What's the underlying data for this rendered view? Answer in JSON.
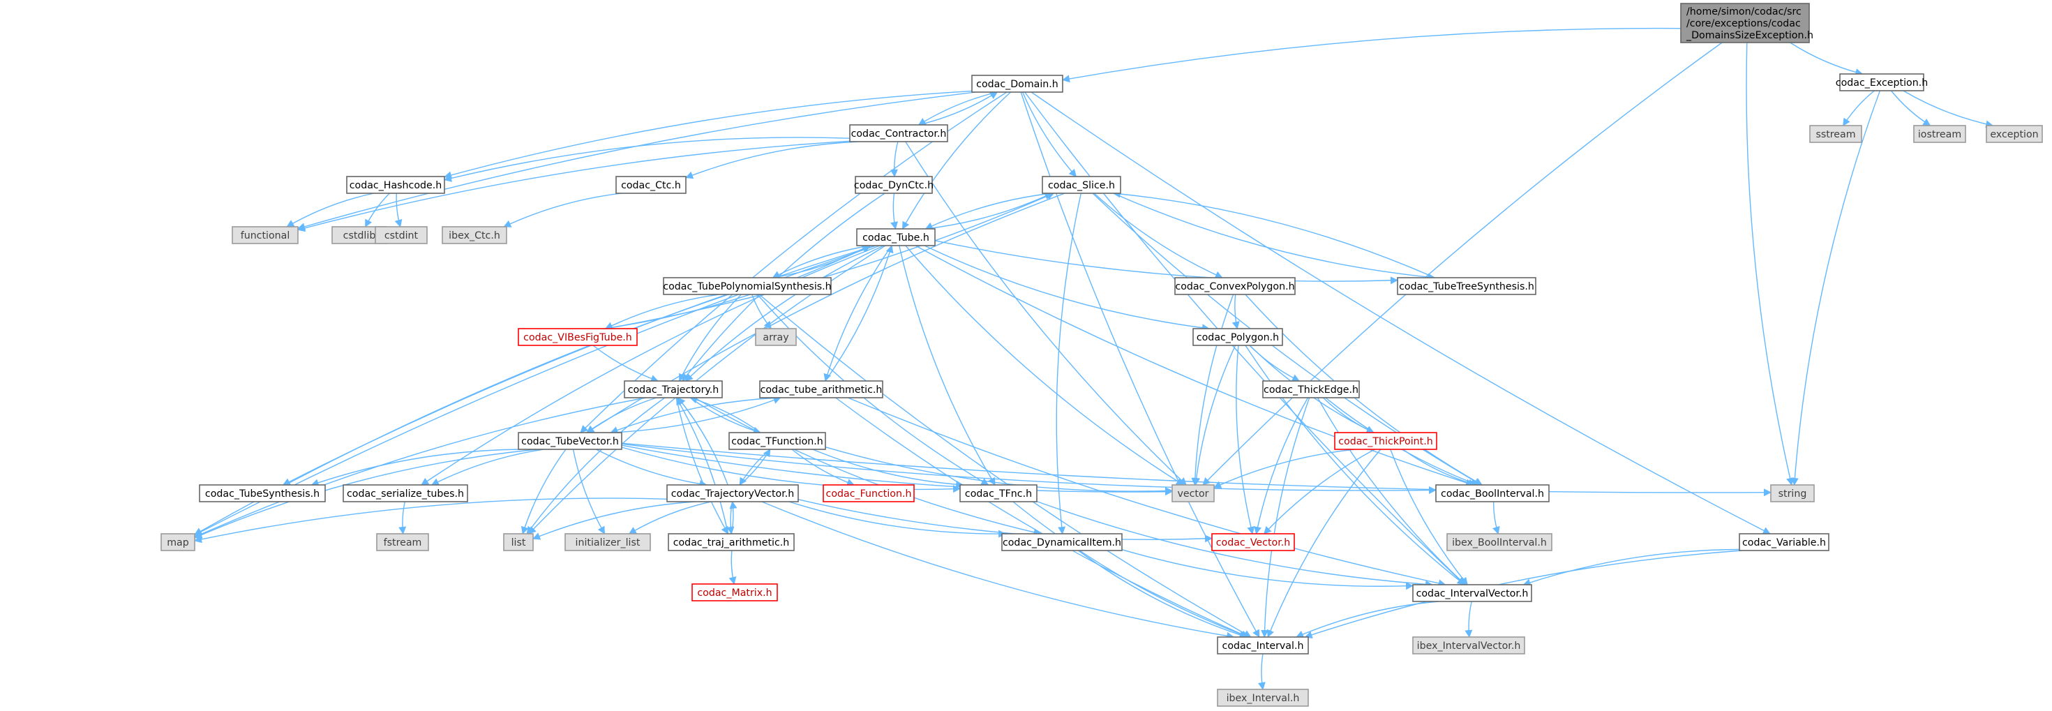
{
  "colors": {
    "edge": "#63b8ff",
    "node_fill": "#ffffff",
    "node_border": "#666666",
    "node_stroke": "#000000",
    "system_fill": "#e0e0e0",
    "system_border": "#999999",
    "system_text": "#3f3f3f",
    "truncated_border": "#ff0000",
    "truncated_text": "#c00000",
    "root_fill": "#999999"
  },
  "graph": {
    "nodes": [
      {
        "id": "root",
        "lines": [
          "/home/simon/codac/src",
          "/core/exceptions/codac",
          "_DomainsSizeException.h"
        ],
        "style": "root"
      },
      {
        "id": "domain",
        "lines": [
          "codac_Domain.h"
        ],
        "style": "normal"
      },
      {
        "id": "exception",
        "lines": [
          "codac_Exception.h"
        ],
        "style": "normal"
      },
      {
        "id": "contractor",
        "lines": [
          "codac_Contractor.h"
        ],
        "style": "normal"
      },
      {
        "id": "hashcode",
        "lines": [
          "codac_Hashcode.h"
        ],
        "style": "normal"
      },
      {
        "id": "ctc",
        "lines": [
          "codac_Ctc.h"
        ],
        "style": "normal"
      },
      {
        "id": "dynctc",
        "lines": [
          "codac_DynCtc.h"
        ],
        "style": "normal"
      },
      {
        "id": "slice",
        "lines": [
          "codac_Slice.h"
        ],
        "style": "normal"
      },
      {
        "id": "tube",
        "lines": [
          "codac_Tube.h"
        ],
        "style": "normal"
      },
      {
        "id": "polysynth",
        "lines": [
          "codac_TubePolynomialSynthesis.h"
        ],
        "style": "normal"
      },
      {
        "id": "vibes",
        "lines": [
          "codac_VIBesFigTube.h"
        ],
        "style": "truncated"
      },
      {
        "id": "trajectory",
        "lines": [
          "codac_Trajectory.h"
        ],
        "style": "normal"
      },
      {
        "id": "tubearith",
        "lines": [
          "codac_tube_arithmetic.h"
        ],
        "style": "normal"
      },
      {
        "id": "tubevector",
        "lines": [
          "codac_TubeVector.h"
        ],
        "style": "normal"
      },
      {
        "id": "tfunction",
        "lines": [
          "codac_TFunction.h"
        ],
        "style": "normal"
      },
      {
        "id": "function",
        "lines": [
          "codac_Function.h"
        ],
        "style": "truncated"
      },
      {
        "id": "trajvector",
        "lines": [
          "codac_TrajectoryVector.h"
        ],
        "style": "normal"
      },
      {
        "id": "tfnc",
        "lines": [
          "codac_TFnc.h"
        ],
        "style": "normal"
      },
      {
        "id": "trajarith",
        "lines": [
          "codac_traj_arithmetic.h"
        ],
        "style": "normal"
      },
      {
        "id": "matrix",
        "lines": [
          "codac_Matrix.h"
        ],
        "style": "truncated"
      },
      {
        "id": "tubesynthesis",
        "lines": [
          "codac_TubeSynthesis.h"
        ],
        "style": "normal"
      },
      {
        "id": "serialize",
        "lines": [
          "codac_serialize_tubes.h"
        ],
        "style": "normal"
      },
      {
        "id": "dynitem",
        "lines": [
          "codac_DynamicalItem.h"
        ],
        "style": "normal"
      },
      {
        "id": "convexpoly",
        "lines": [
          "codac_ConvexPolygon.h"
        ],
        "style": "normal"
      },
      {
        "id": "polygon",
        "lines": [
          "codac_Polygon.h"
        ],
        "style": "normal"
      },
      {
        "id": "thickedge",
        "lines": [
          "codac_ThickEdge.h"
        ],
        "style": "normal"
      },
      {
        "id": "thickpoint",
        "lines": [
          "codac_ThickPoint.h"
        ],
        "style": "truncated"
      },
      {
        "id": "treesynth",
        "lines": [
          "codac_TubeTreeSynthesis.h"
        ],
        "style": "normal"
      },
      {
        "id": "boolinterval",
        "lines": [
          "codac_BoolInterval.h"
        ],
        "style": "normal"
      },
      {
        "id": "vectorh",
        "lines": [
          "codac_Vector.h"
        ],
        "style": "truncated"
      },
      {
        "id": "intervalvector",
        "lines": [
          "codac_IntervalVector.h"
        ],
        "style": "normal"
      },
      {
        "id": "interval",
        "lines": [
          "codac_Interval.h"
        ],
        "style": "normal"
      },
      {
        "id": "variable",
        "lines": [
          "codac_Variable.h"
        ],
        "style": "normal"
      },
      {
        "id": "functional",
        "lines": [
          "functional"
        ],
        "style": "system"
      },
      {
        "id": "cstdlib",
        "lines": [
          "cstdlib"
        ],
        "style": "system"
      },
      {
        "id": "cstdint",
        "lines": [
          "cstdint"
        ],
        "style": "system"
      },
      {
        "id": "ibexctc",
        "lines": [
          "ibex_Ctc.h"
        ],
        "style": "system"
      },
      {
        "id": "array",
        "lines": [
          "array"
        ],
        "style": "system"
      },
      {
        "id": "vector",
        "lines": [
          "vector"
        ],
        "style": "system"
      },
      {
        "id": "string",
        "lines": [
          "string"
        ],
        "style": "system"
      },
      {
        "id": "sstream",
        "lines": [
          "sstream"
        ],
        "style": "system"
      },
      {
        "id": "iostream",
        "lines": [
          "iostream"
        ],
        "style": "system"
      },
      {
        "id": "stdexception",
        "lines": [
          "exception"
        ],
        "style": "system"
      },
      {
        "id": "map",
        "lines": [
          "map"
        ],
        "style": "system"
      },
      {
        "id": "list",
        "lines": [
          "list"
        ],
        "style": "system"
      },
      {
        "id": "initlist",
        "lines": [
          "initializer_list"
        ],
        "style": "system"
      },
      {
        "id": "fstream",
        "lines": [
          "fstream"
        ],
        "style": "system"
      },
      {
        "id": "ibexbool",
        "lines": [
          "ibex_BoolInterval.h"
        ],
        "style": "system"
      },
      {
        "id": "ibexivec",
        "lines": [
          "ibex_IntervalVector.h"
        ],
        "style": "system"
      },
      {
        "id": "ibexinterval",
        "lines": [
          "ibex_Interval.h"
        ],
        "style": "system"
      }
    ],
    "edges": [
      [
        "root",
        "domain"
      ],
      [
        "root",
        "exception"
      ],
      [
        "root",
        "vector"
      ],
      [
        "root",
        "string"
      ],
      [
        "exception",
        "sstream"
      ],
      [
        "exception",
        "iostream"
      ],
      [
        "exception",
        "stdexception"
      ],
      [
        "exception",
        "string"
      ],
      [
        "domain",
        "contractor"
      ],
      [
        "domain",
        "hashcode"
      ],
      [
        "domain",
        "functional"
      ],
      [
        "domain",
        "slice"
      ],
      [
        "domain",
        "tube"
      ],
      [
        "domain",
        "tubevector"
      ],
      [
        "domain",
        "interval"
      ],
      [
        "domain",
        "intervalvector"
      ],
      [
        "domain",
        "variable"
      ],
      [
        "contractor",
        "domain"
      ],
      [
        "contractor",
        "hashcode"
      ],
      [
        "contractor",
        "functional"
      ],
      [
        "contractor",
        "ctc"
      ],
      [
        "contractor",
        "dynctc"
      ],
      [
        "contractor",
        "vector"
      ],
      [
        "hashcode",
        "functional"
      ],
      [
        "hashcode",
        "cstdlib"
      ],
      [
        "hashcode",
        "cstdint"
      ],
      [
        "ctc",
        "ibexctc"
      ],
      [
        "dynctc",
        "tube"
      ],
      [
        "dynctc",
        "trajectory"
      ],
      [
        "slice",
        "tube"
      ],
      [
        "slice",
        "convexpoly"
      ],
      [
        "slice",
        "treesynth"
      ],
      [
        "slice",
        "boolinterval"
      ],
      [
        "slice",
        "dynitem"
      ],
      [
        "slice",
        "tubevector"
      ],
      [
        "tube",
        "slice"
      ],
      [
        "tube",
        "polysynth"
      ],
      [
        "tube",
        "tubearith"
      ],
      [
        "tube",
        "trajectory"
      ],
      [
        "tube",
        "tfnc"
      ],
      [
        "tube",
        "vector"
      ],
      [
        "tube",
        "map"
      ],
      [
        "tube",
        "list"
      ],
      [
        "tube",
        "polygon"
      ],
      [
        "tube",
        "treesynth"
      ],
      [
        "tube",
        "boolinterval"
      ],
      [
        "tube",
        "tubesynthesis"
      ],
      [
        "tube",
        "serialize"
      ],
      [
        "polysynth",
        "tube"
      ],
      [
        "polysynth",
        "vibes"
      ],
      [
        "polysynth",
        "array"
      ],
      [
        "polysynth",
        "trajectory"
      ],
      [
        "polysynth",
        "map"
      ],
      [
        "polysynth",
        "tfnc"
      ],
      [
        "polysynth",
        "interval"
      ],
      [
        "vibes",
        "tube"
      ],
      [
        "vibes",
        "slice"
      ],
      [
        "vibes",
        "trajectory"
      ],
      [
        "trajectory",
        "tubevector"
      ],
      [
        "trajectory",
        "tfunction"
      ],
      [
        "trajectory",
        "trajarith"
      ],
      [
        "trajectory",
        "map"
      ],
      [
        "trajectory",
        "list"
      ],
      [
        "trajectory",
        "dynitem"
      ],
      [
        "tubearith",
        "tube"
      ],
      [
        "tubearith",
        "tubevector"
      ],
      [
        "tubearith",
        "interval"
      ],
      [
        "tubearith",
        "intervalvector"
      ],
      [
        "tubevector",
        "tubearith"
      ],
      [
        "tubevector",
        "trajvector"
      ],
      [
        "tubevector",
        "tubesynthesis"
      ],
      [
        "tubevector",
        "serialize"
      ],
      [
        "tubevector",
        "map"
      ],
      [
        "tubevector",
        "list"
      ],
      [
        "tubevector",
        "initlist"
      ],
      [
        "tubevector",
        "vector"
      ],
      [
        "tubevector",
        "string"
      ],
      [
        "tubevector",
        "boolinterval"
      ],
      [
        "tubevector",
        "tfnc"
      ],
      [
        "tfunction",
        "function"
      ],
      [
        "tfunction",
        "trajvector"
      ],
      [
        "tfunction",
        "trajectory"
      ],
      [
        "tfunction",
        "tfnc"
      ],
      [
        "tfunction",
        "vector"
      ],
      [
        "trajvector",
        "trajectory"
      ],
      [
        "trajvector",
        "trajarith"
      ],
      [
        "trajvector",
        "tfunction"
      ],
      [
        "trajvector",
        "map"
      ],
      [
        "trajvector",
        "list"
      ],
      [
        "trajvector",
        "initlist"
      ],
      [
        "trajvector",
        "dynitem"
      ],
      [
        "trajvector",
        "vectorh"
      ],
      [
        "trajvector",
        "interval"
      ],
      [
        "trajarith",
        "trajvector"
      ],
      [
        "trajarith",
        "trajectory"
      ],
      [
        "trajarith",
        "matrix"
      ],
      [
        "tfnc",
        "interval"
      ],
      [
        "tfnc",
        "intervalvector"
      ],
      [
        "serialize",
        "fstream"
      ],
      [
        "dynitem",
        "interval"
      ],
      [
        "dynitem",
        "intervalvector"
      ],
      [
        "convexpoly",
        "polygon"
      ],
      [
        "convexpoly",
        "vector"
      ],
      [
        "convexpoly",
        "boolinterval"
      ],
      [
        "polygon",
        "thickedge"
      ],
      [
        "polygon",
        "thickpoint"
      ],
      [
        "polygon",
        "vectorh"
      ],
      [
        "polygon",
        "vector"
      ],
      [
        "polygon",
        "intervalvector"
      ],
      [
        "thickedge",
        "thickpoint"
      ],
      [
        "thickedge",
        "boolinterval"
      ],
      [
        "thickedge",
        "vectorh"
      ],
      [
        "thickedge",
        "interval"
      ],
      [
        "thickedge",
        "intervalvector"
      ],
      [
        "thickpoint",
        "boolinterval"
      ],
      [
        "thickpoint",
        "vectorh"
      ],
      [
        "thickpoint",
        "vector"
      ],
      [
        "thickpoint",
        "intervalvector"
      ],
      [
        "thickpoint",
        "interval"
      ],
      [
        "treesynth",
        "slice"
      ],
      [
        "boolinterval",
        "ibexbool"
      ],
      [
        "intervalvector",
        "ibexivec"
      ],
      [
        "intervalvector",
        "interval"
      ],
      [
        "interval",
        "ibexinterval"
      ],
      [
        "variable",
        "intervalvector"
      ],
      [
        "variable",
        "interval"
      ]
    ]
  }
}
